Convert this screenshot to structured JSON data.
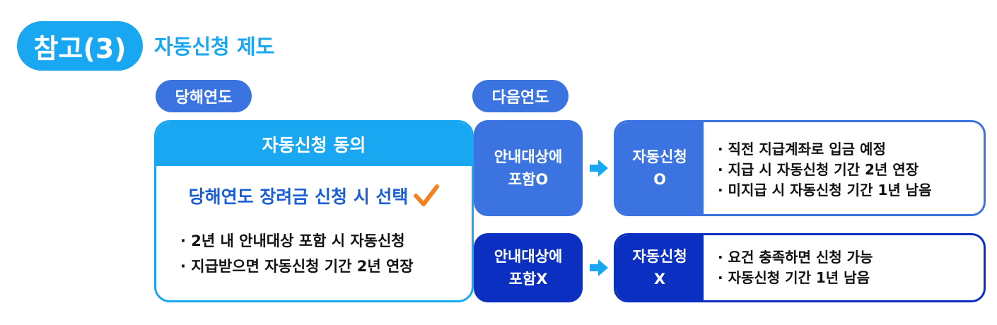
{
  "header": {
    "badge": "참고(3)",
    "title": "자동신청 제도"
  },
  "current_year": {
    "label": "당해연도",
    "box_title": "자동신청 동의",
    "choice": "당해연도 장려금 신청 시 선택",
    "bullets": [
      "· 2년 내 안내대상 포함 시 자동신청",
      "· 지급받으면 자동신청 기간 2년 연장"
    ]
  },
  "next_year": {
    "label": "다음연도",
    "cases": [
      {
        "condition": [
          "안내대상에",
          "포함O"
        ],
        "result": [
          "자동신청",
          "O"
        ],
        "bullets": [
          "· 직전 지급계좌로 입금 예정",
          "· 지급 시 자동신청 기간 2년 연장",
          "· 미지급 시 자동신청 기간 1년 남음"
        ]
      },
      {
        "condition": [
          "안내대상에",
          "포함X"
        ],
        "result": [
          "자동신청",
          "X"
        ],
        "bullets": [
          "· 요건 충족하면 신청 가능",
          "· 자동신청 기간 1년 남음"
        ]
      }
    ]
  },
  "colors": {
    "sky": "#1aa7f2",
    "mid_blue": "#3b74e0",
    "deep_blue": "#0b2fc0",
    "choice_text": "#1a5fd6",
    "check": "#f2821e",
    "arrow": "#1aa7f2"
  },
  "icons": {
    "check": "check-icon",
    "arrow": "arrow-right-icon"
  }
}
